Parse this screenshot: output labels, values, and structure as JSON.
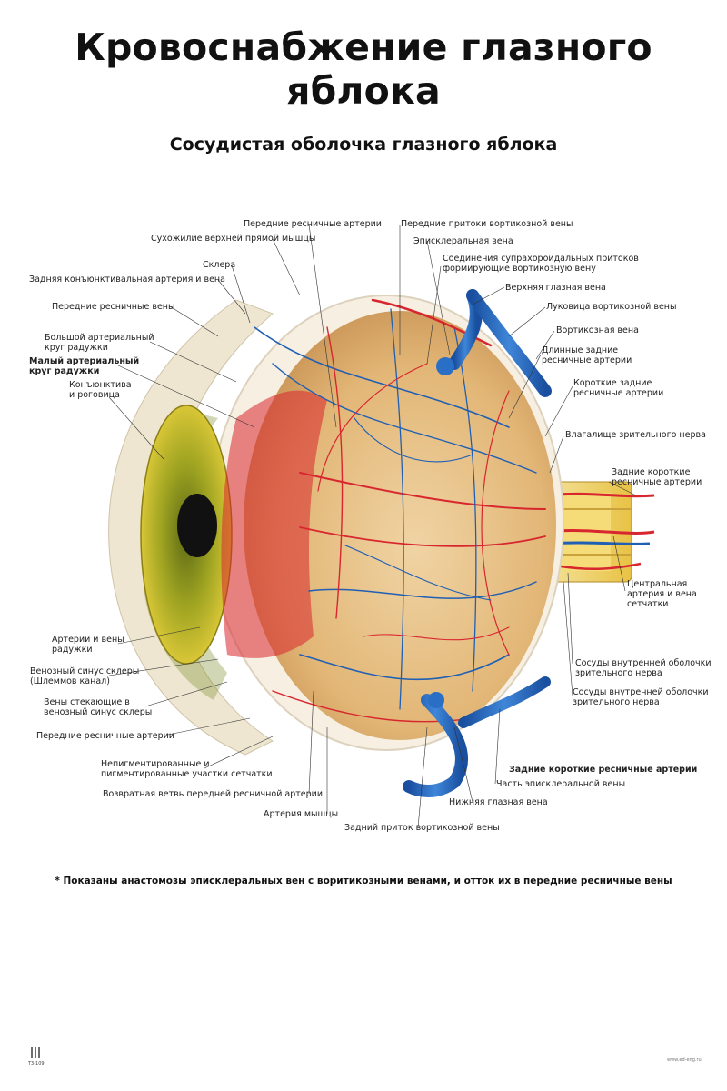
{
  "title": "Кровоснабжение глазного яблока",
  "subtitle": "Сосудистая оболочка глазного яблока",
  "labels": {
    "anterior_ciliary_arteries_top": "Передние ресничные артерии",
    "sup_rectus_tendon": "Сухожилие верхней прямой мышцы",
    "sclera": "Склера",
    "post_conjunctival": "Задняя конъюнктивальная артерия и вена",
    "anterior_ciliary_veins": "Передние ресничные вены",
    "major_arterial_circle": [
      "Большой артериальный",
      "круг радужки"
    ],
    "minor_arterial_circle": [
      "Малый артериальный",
      "круг радужки"
    ],
    "conjunctiva_cornea": [
      "Конъюнктива",
      "и роговица"
    ],
    "anterior_vortex_tributaries": "Передние притоки вортикозной вены",
    "episcleral_vein": "Эписклеральная вена",
    "suprachoroidal_connections": [
      "Соединения супрахороидальных притоков",
      "формирующие вортикозную вену"
    ],
    "superior_ophthalmic_vein": "Верхняя глазная вена",
    "vortex_bulb": "Луковица вортикозной вены",
    "vortex_vein": "Вортикозная вена",
    "long_posterior_ciliary": [
      "Длинные задние",
      "ресничные артерии"
    ],
    "short_posterior_ciliary": [
      "Короткие задние",
      "ресничные артерии"
    ],
    "optic_sheath": "Влагалище зрительного нерва",
    "post_short_ciliary": [
      "Задние короткие",
      "ресничные артерии"
    ],
    "central_retinal": [
      "Центральная",
      "артерия и вена",
      "сетчатки"
    ],
    "inner_sheath_vessels_1": [
      "Сосуды внутренней оболочки",
      "зрительного нерва"
    ],
    "inner_sheath_vessels_2": [
      "Сосуды внутренней оболочки",
      "зрительного нерва"
    ],
    "iris_vessels": [
      "Артерии и вены",
      "радужки"
    ],
    "schlemm": [
      "Венозный синус склеры",
      "(Шлеммов канал)"
    ],
    "veins_to_sinus": [
      "Вены стекающие в",
      "венозный синус склеры"
    ],
    "anterior_ciliary_arteries_bottom": "Передние ресничные артерии",
    "retina_parts": [
      "Непигментированные и",
      "пигментированные участки сетчатки"
    ],
    "recurrent_branch": "Возвратная ветвь передней ресничной артерии",
    "muscle_artery": "Артерия мышцы",
    "posterior_vortex_tributary": "Задний приток вортикозной вены",
    "inferior_ophthalmic_vein": "Нижняя глазная вена",
    "episcleral_vein_part": "Часть эписклеральной вены",
    "posterior_short_ciliary_bold": "Задние короткие ресничные артерии"
  },
  "footnote": "* Показаны анастомозы эписклеральных вен с воритикозными венами, и отток их в передние ресничные вены",
  "product_code": "T3-109",
  "site": "www.ed-eng.ru",
  "colors": {
    "artery": "#d8262e",
    "vein": "#1f5fb4",
    "choroid": "#e8c48f",
    "iris": "#b9a62a",
    "sclera": "#f3ecdf",
    "optic_nerve": "#f1d56a"
  }
}
